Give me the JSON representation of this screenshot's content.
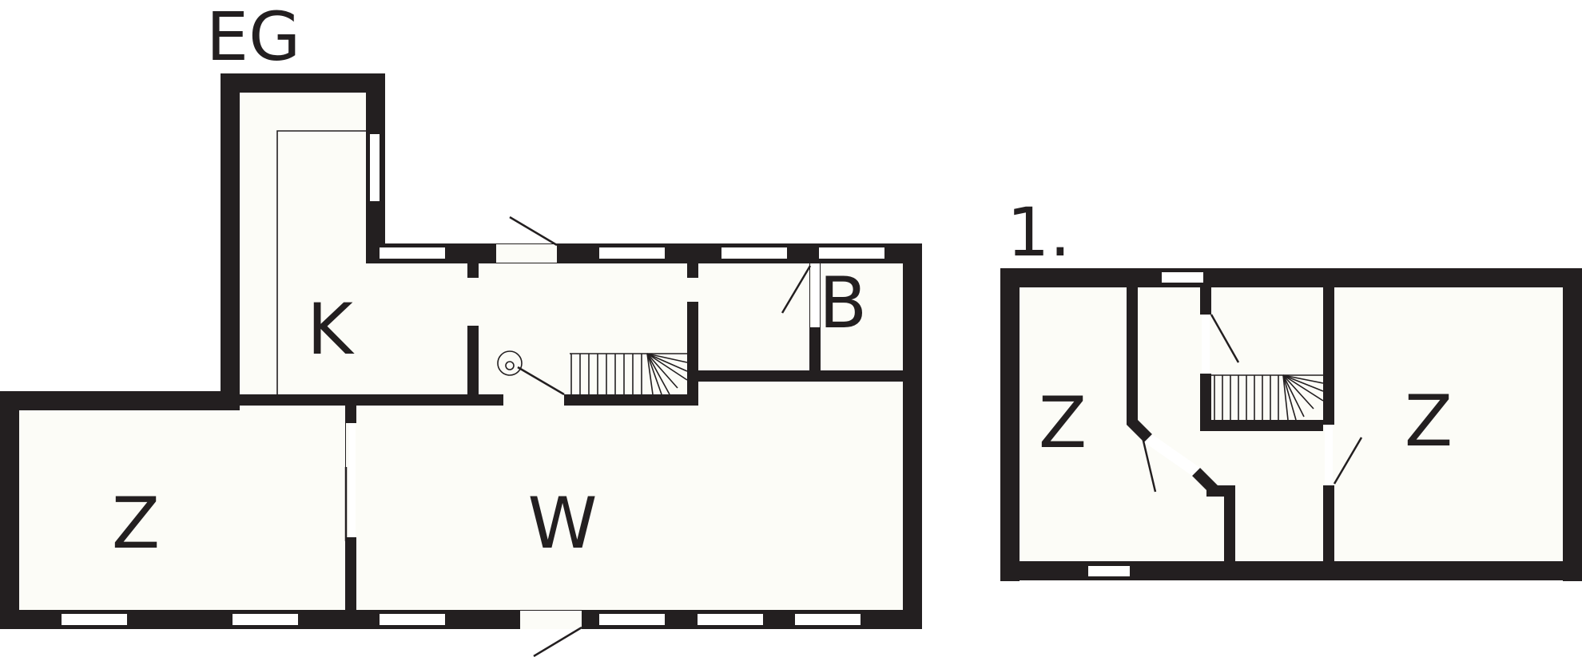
{
  "floors": [
    {
      "label": "EG",
      "rooms": [
        {
          "label": "K"
        },
        {
          "label": "B"
        },
        {
          "label": "Z"
        },
        {
          "label": "W"
        }
      ]
    },
    {
      "label": "1.",
      "rooms": [
        {
          "label": "Z"
        },
        {
          "label": "Z"
        }
      ]
    }
  ],
  "colors": {
    "wall": "#231f20",
    "floor": "#fcfcf7",
    "background": "#ffffff"
  }
}
